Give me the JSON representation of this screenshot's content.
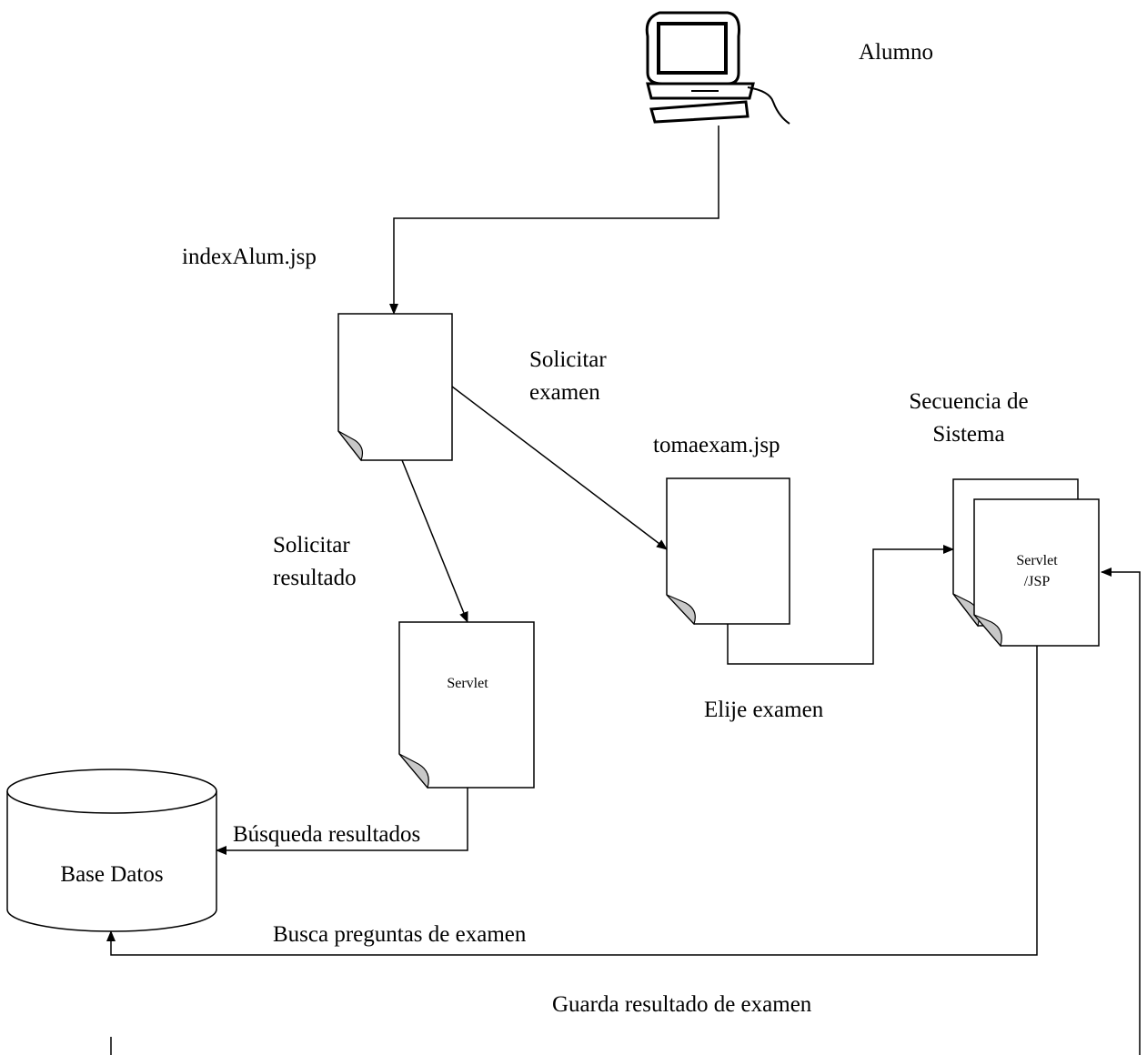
{
  "diagram": {
    "actor": {
      "label": "Alumno",
      "icon": "computer-icon"
    },
    "nodes": {
      "index_page": {
        "caption": "indexAlum.jsp"
      },
      "exam_page": {
        "caption": "tomaexam.jsp"
      },
      "results_servlet": {
        "inner_label": "Servlet"
      },
      "system_sequence": {
        "caption_line1": "Secuencia de",
        "caption_line2": "Sistema",
        "inner_line1": "Servlet",
        "inner_line2": "/JSP"
      },
      "database": {
        "label": "Base Datos"
      }
    },
    "edges": {
      "request_exam": {
        "line1": "Solicitar",
        "line2": "examen"
      },
      "request_result": {
        "line1": "Solicitar",
        "line2": "resultado"
      },
      "choose_exam": {
        "label": "Elije examen"
      },
      "search_results": {
        "label": "Búsqueda resultados"
      },
      "fetch_questions": {
        "label": "Busca preguntas de examen"
      },
      "save_result": {
        "label": "Guarda resultado de examen"
      }
    }
  }
}
